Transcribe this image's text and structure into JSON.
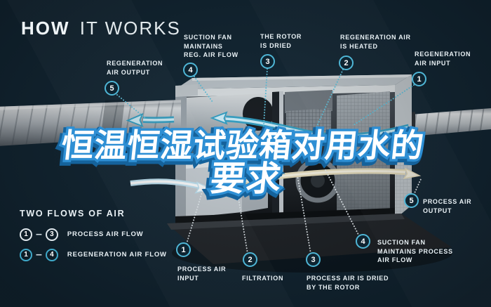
{
  "title": {
    "bold": "HOW",
    "light": "IT WORKS"
  },
  "overlay_title": {
    "line1": "恒温恒湿试验箱对用水的",
    "line2": "要求"
  },
  "callouts": {
    "reg_output": {
      "num": "5",
      "label": "REGENERATION\nAIR OUTPUT"
    },
    "suction_reg": {
      "num": "4",
      "label": "SUCTION FAN\nMAINTAINS\nREG. AIR FLOW"
    },
    "rotor_dried": {
      "num": "3",
      "label": "THE ROTOR\nIS DRIED"
    },
    "reg_heated": {
      "num": "2",
      "label": "REGENERATION AIR\nIS HEATED"
    },
    "reg_input": {
      "num": "1",
      "label": "REGENERATION\nAIR INPUT"
    },
    "proc_output": {
      "num": "5",
      "label": "PROCESS AIR\nOUTPUT"
    },
    "suction_proc": {
      "num": "4",
      "label": "SUCTION FAN\nMAINTAINS PROCESS\nAIR FLOW"
    },
    "proc_dried": {
      "num": "3",
      "label": "PROCESS AIR IS DRIED\nBY THE ROTOR"
    },
    "filtration": {
      "num": "2",
      "label": "FILTRATION"
    },
    "proc_input": {
      "num": "1",
      "label": "PROCESS AIR\nINPUT"
    }
  },
  "legend": {
    "heading": "TWO FLOWS OF AIR",
    "rows": [
      {
        "from": "1",
        "to": "3",
        "label": "PROCESS AIR FLOW"
      },
      {
        "from": "1",
        "to": "4",
        "label": "REGENERATION AIR FLOW"
      }
    ]
  },
  "colors": {
    "background": "#112431",
    "accent_cyan": "#3fa9c9",
    "label_text": "#e9f1f5",
    "overlay_fill": "#ffffff",
    "overlay_stroke": "#2e8fd4",
    "heater_orange": "#e2801f",
    "process_flow_cream": "#e7dcba"
  }
}
